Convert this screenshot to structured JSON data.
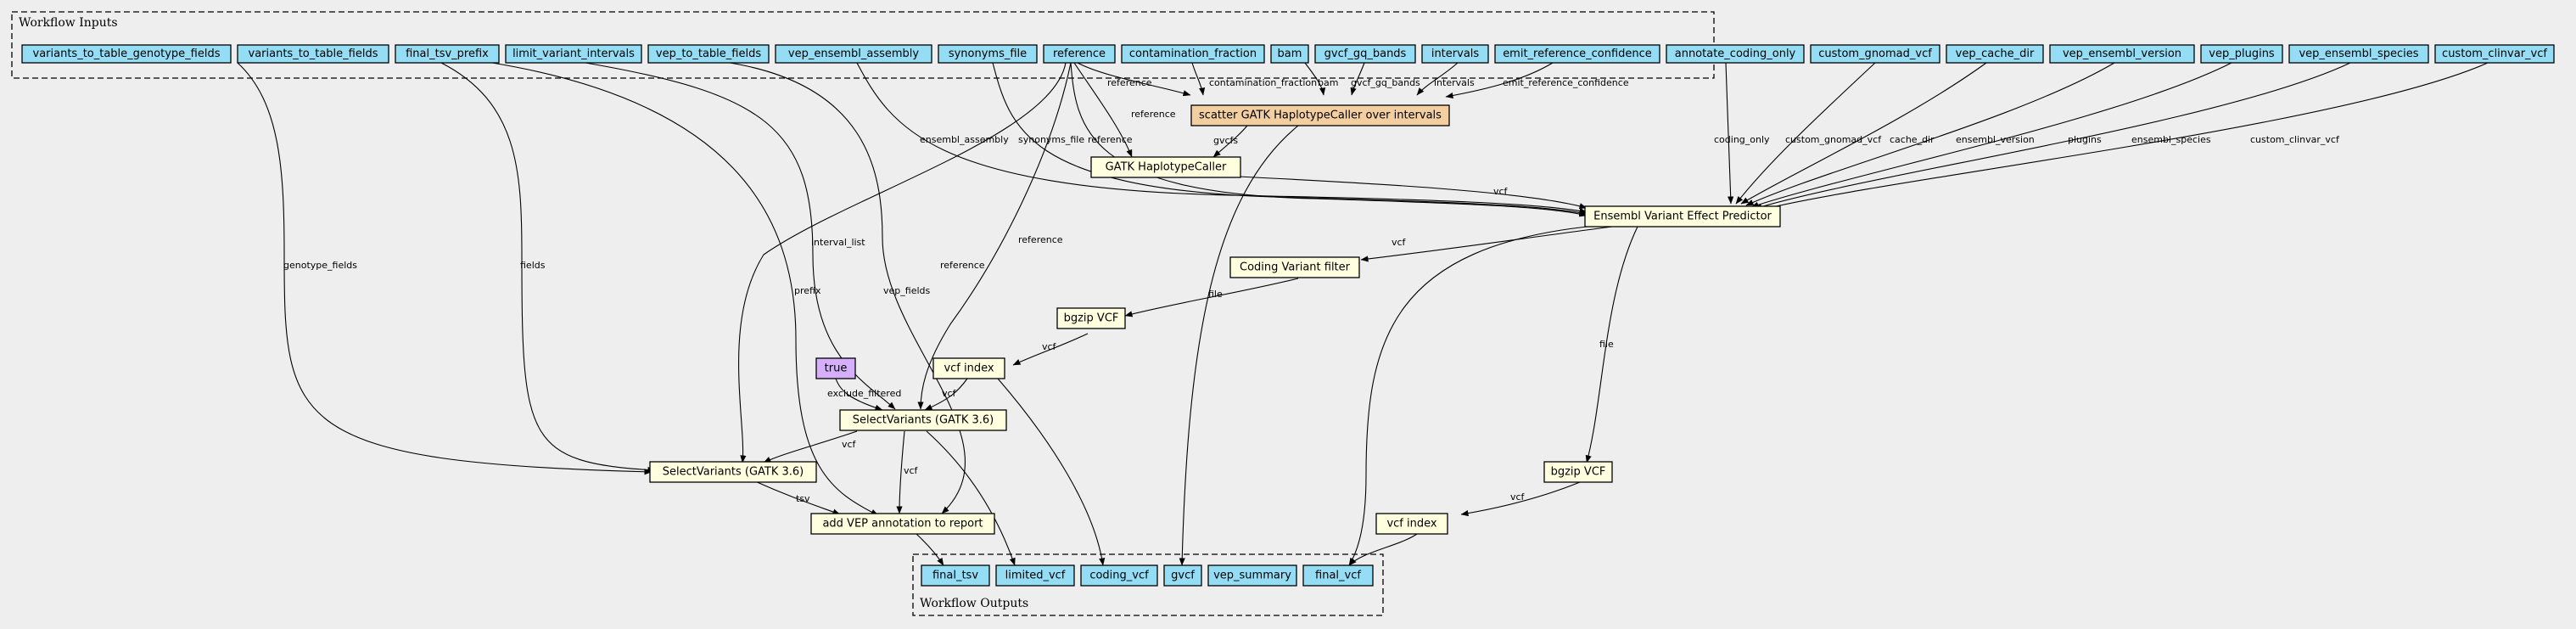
{
  "clusters": {
    "inputs_title": "Workflow Inputs",
    "outputs_title": "Workflow Outputs"
  },
  "inputs": {
    "variants_to_table_genotype_fields": "variants_to_table_genotype_fields",
    "variants_to_table_fields": "variants_to_table_fields",
    "final_tsv_prefix": "final_tsv_prefix",
    "limit_variant_intervals": "limit_variant_intervals",
    "vep_to_table_fields": "vep_to_table_fields",
    "vep_ensembl_assembly": "vep_ensembl_assembly",
    "synonyms_file": "synonyms_file",
    "reference": "reference",
    "contamination_fraction": "contamination_fraction",
    "bam": "bam",
    "gvcf_gq_bands": "gvcf_gq_bands",
    "intervals": "intervals",
    "emit_reference_confidence": "emit_reference_confidence",
    "annotate_coding_only": "annotate_coding_only",
    "custom_gnomad_vcf": "custom_gnomad_vcf",
    "vep_cache_dir": "vep_cache_dir",
    "vep_ensembl_version": "vep_ensembl_version",
    "vep_plugins": "vep_plugins",
    "vep_ensembl_species": "vep_ensembl_species",
    "custom_clinvar_vcf": "custom_clinvar_vcf"
  },
  "steps": {
    "haplotype_caller_scatter": "scatter GATK HaplotypeCaller over intervals",
    "gatk_haplotypecaller": "GATK HaplotypeCaller",
    "vep": "Ensembl Variant Effect Predictor",
    "coding_filter": "Coding Variant filter",
    "bgzip_coding": "bgzip VCF",
    "index_coding": "vcf index",
    "const_true": "true",
    "select_limit": "SelectVariants (GATK 3.6)",
    "select_tsv": "SelectVariants (GATK 3.6)",
    "add_vep_report": "add VEP annotation to report",
    "bgzip_final": "bgzip VCF",
    "index_final": "vcf index"
  },
  "outputs": {
    "final_tsv": "final_tsv",
    "limited_vcf": "limited_vcf",
    "coding_vcf": "coding_vcf",
    "gvcf": "gvcf",
    "vep_summary": "vep_summary",
    "final_vcf": "final_vcf"
  },
  "edge_labels": {
    "reference_to_scatter": "reference",
    "contamination_to_scatter": "contamination_fraction",
    "bam_to_scatter": "bam",
    "gq_to_scatter": "gvcf_gq_bands",
    "intervals_to_scatter": "intervals",
    "emit_to_scatter": "emit_reference_confidence",
    "reference_to_hc": "reference",
    "scatter_to_hc": "gvcfs",
    "assembly_to_vep": "ensembl_assembly",
    "synonyms_to_vep": "synonyms_file",
    "reference_to_vep": "reference",
    "coding_only_to_vep": "coding_only",
    "gnomad_to_vep": "custom_gnomad_vcf",
    "cache_to_vep": "cache_dir",
    "version_to_vep": "ensembl_version",
    "plugins_to_vep": "plugins",
    "species_to_vep": "ensembl_species",
    "clinvar_to_vep": "custom_clinvar_vcf",
    "hc_to_vep": "vcf",
    "vep_to_filter": "vcf",
    "filter_to_bgzip": "file",
    "bgzip_to_index": "vcf",
    "vep_to_bgzip_final": "file",
    "bgzip_final_to_index": "vcf",
    "genotype_fields": "genotype_fields",
    "fields": "fields",
    "interval_list": "interval_list",
    "prefix": "prefix",
    "vep_fields": "vep_fields",
    "reference_to_select_tsv": "reference",
    "reference_to_select_limit": "reference",
    "exclude_filtered": "exclude_filtered",
    "index_to_select_limit": "vcf",
    "select_limit_to_select_tsv": "vcf",
    "select_limit_to_report": "vcf",
    "select_tsv_to_report": "tsv"
  }
}
